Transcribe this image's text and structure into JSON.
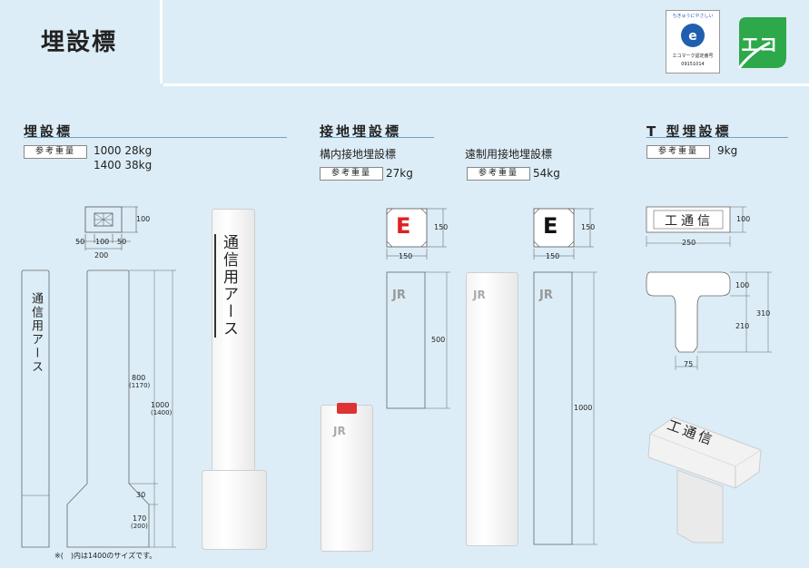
{
  "header": {
    "title": "埋設標"
  },
  "logos": {
    "eco_mark_label": "エコ",
    "cert_line1": "ちきゅうにやさしい",
    "cert_line2": "エコマーク認定番号",
    "cert_number": "09151014"
  },
  "sections": {
    "left": {
      "title": "埋設標",
      "weight_label": "参考重量",
      "weights": [
        "1000 28kg",
        "1400 38kg"
      ],
      "dims_top": {
        "w": "100",
        "a": "50",
        "b": "100",
        "c": "50",
        "total": "200"
      },
      "post_text": "通信用アース",
      "dims_side": {
        "h1": "800",
        "h1b": "(1170)",
        "h2": "1000",
        "h2b": "(1400)",
        "h3": "30",
        "h4": "170",
        "h4b": "(200)"
      },
      "footnote": "※(　)内は1400のサイズです。"
    },
    "middle": {
      "title": "接地埋設標",
      "sub_left": "構内接地埋設標",
      "sub_right": "遠制用接地埋設標",
      "weight_label": "参考重量",
      "weight_left": "27kg",
      "weight_right": "54kg",
      "mark_letter": "E",
      "dims_left": {
        "top": "150",
        "side": "150",
        "h": "500"
      },
      "dims_right": {
        "top": "150",
        "side": "150",
        "h": "1000"
      },
      "jr_mark": "JR"
    },
    "right": {
      "title": "T 型埋設標",
      "weight_label": "参考重量",
      "weight": "9kg",
      "plate_text": "工通信",
      "dims": {
        "h_top": "100",
        "w": "250",
        "a": "100",
        "b": "210",
        "c": "310",
        "stem": "75"
      }
    }
  }
}
